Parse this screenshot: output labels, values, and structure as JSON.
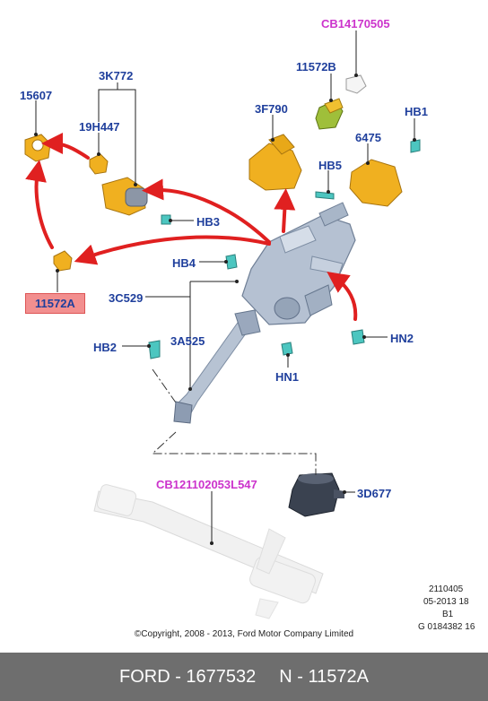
{
  "parts": {
    "cb14170505": "CB14170505",
    "p11572b": "11572B",
    "p3k772": "3K772",
    "p15607": "15607",
    "p19h447": "19H447",
    "p3f790": "3F790",
    "hb1": "HB1",
    "p6475": "6475",
    "hb5": "HB5",
    "hb3": "HB3",
    "hb4": "HB4",
    "p11572a": "11572A",
    "p3c529": "3C529",
    "hb2": "HB2",
    "p3a525": "3A525",
    "hn1": "HN1",
    "hn2": "HN2",
    "cb121102053l547": "CB121102053L547",
    "p3d677": "3D677"
  },
  "meta": {
    "line1": "2110405",
    "line2": "05-2013 18",
    "line3": "B1",
    "line4": "G 0184382 16"
  },
  "copyright": "©Copyright, 2008 - 2013, Ford Motor Company Limited",
  "footer": {
    "left": "FORD - 1677532",
    "right": "N - 11572A"
  },
  "colors": {
    "label": "#1f3f9c",
    "label_alt": "#cc33cc",
    "highlight": "#f28f8f",
    "arrow": "#e02020",
    "part_yellow": "#f0b020",
    "part_teal": "#4cc6c0",
    "footer_bg": "#6e6e6e"
  }
}
